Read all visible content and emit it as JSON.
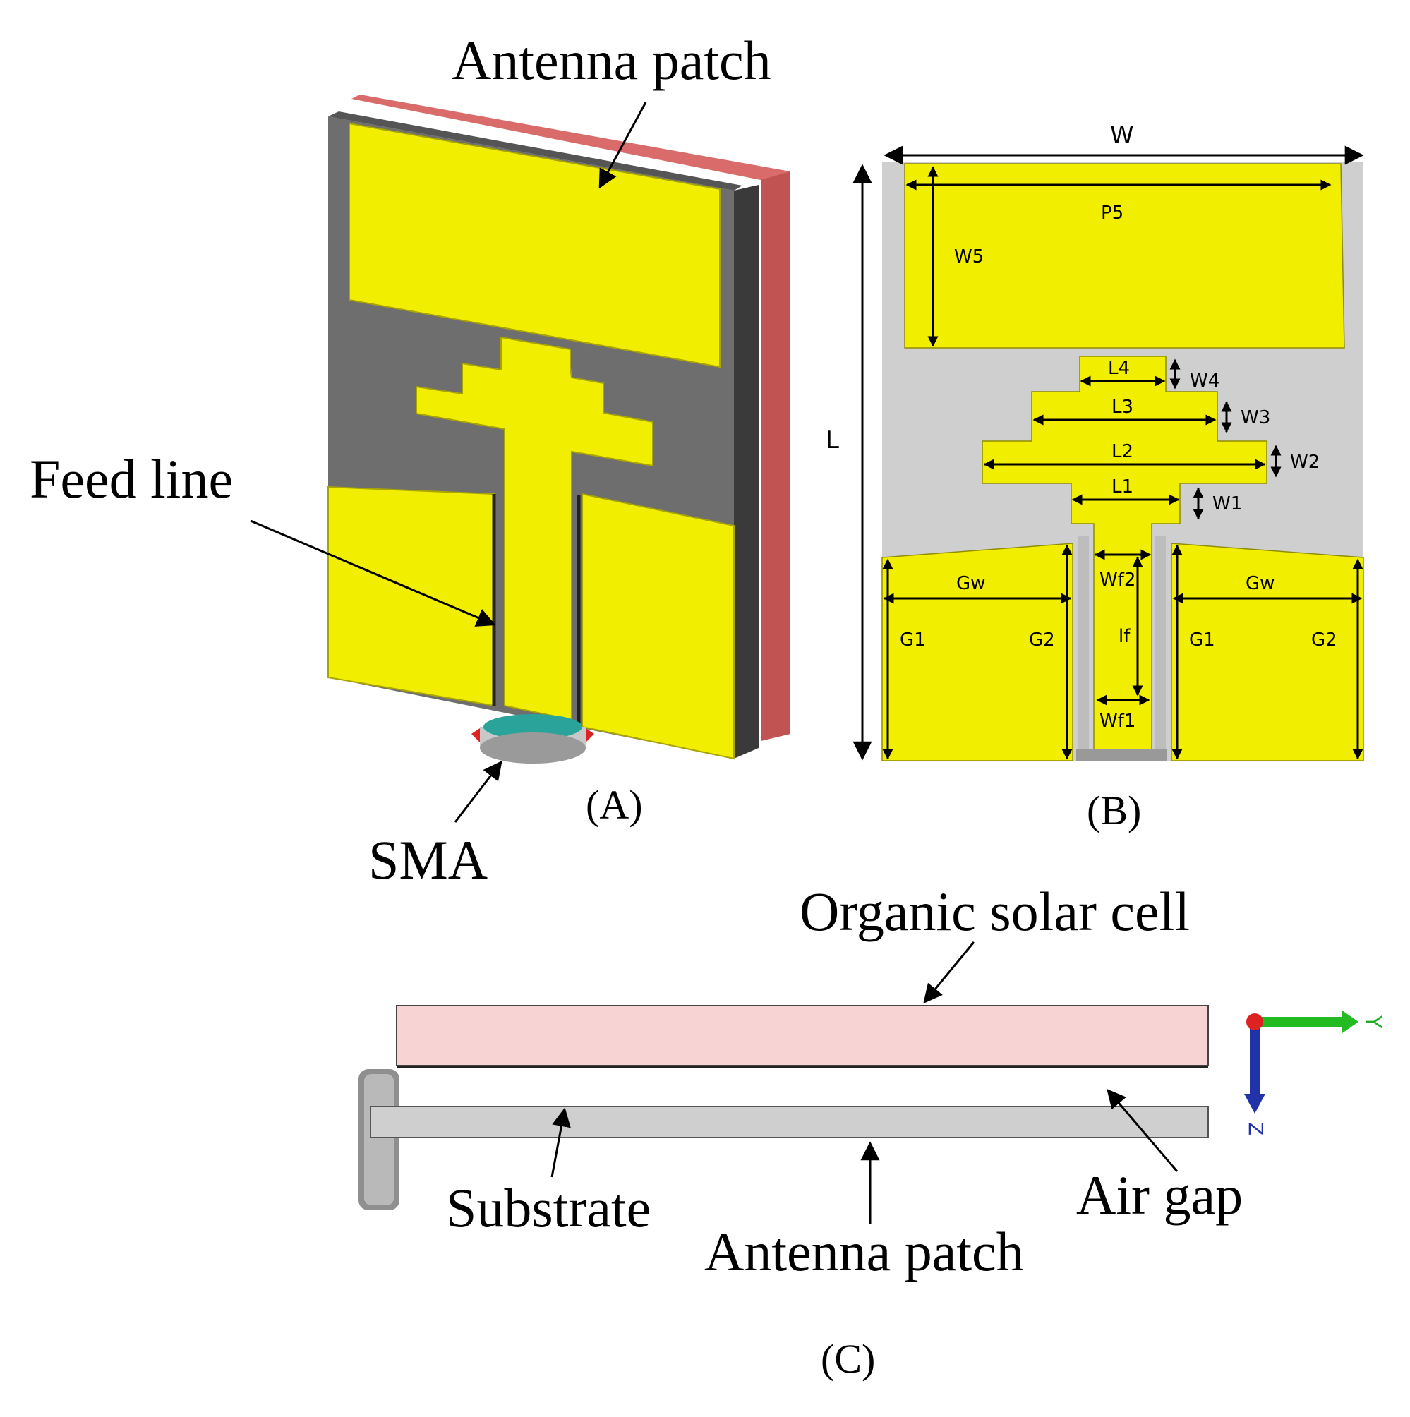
{
  "labels": {
    "antenna_patch_top": "Antenna patch",
    "feed_line": "Feed line",
    "sma": "SMA",
    "panel_a": "(A)",
    "panel_b": "(B)",
    "panel_c": "(C)",
    "organic_solar_cell": "Organic solar cell",
    "air_gap": "Air gap",
    "substrate": "Substrate",
    "antenna_patch_bottom": "Antenna patch"
  },
  "dimensions": {
    "W": "W",
    "L": "L",
    "P5": "P5",
    "W5": "W5",
    "L4": "L4",
    "W4": "W4",
    "L3": "L3",
    "W3": "W3",
    "L2": "L2",
    "W2": "W2",
    "L1": "L1",
    "W1": "W1",
    "Wf2": "Wf2",
    "lf": "lf",
    "Wf1": "Wf1",
    "Gw_left": "Gw",
    "Gw_right": "Gw",
    "G1_left": "G1",
    "G2_left": "G2",
    "G1_right": "G1",
    "G2_right": "G2"
  },
  "axes": {
    "horizontal": "Y",
    "vertical": "Z"
  },
  "colors": {
    "copper": "#f2ee00",
    "substrate_dark": "#6e6e6e",
    "substrate_gray": "#cfcfcf",
    "solar_cell": "#f8d3d3",
    "solar_cell_3d": "#d96b6b",
    "axis_y": "#22bb22",
    "axis_z": "#2233aa",
    "axis_origin": "#dd2222"
  }
}
